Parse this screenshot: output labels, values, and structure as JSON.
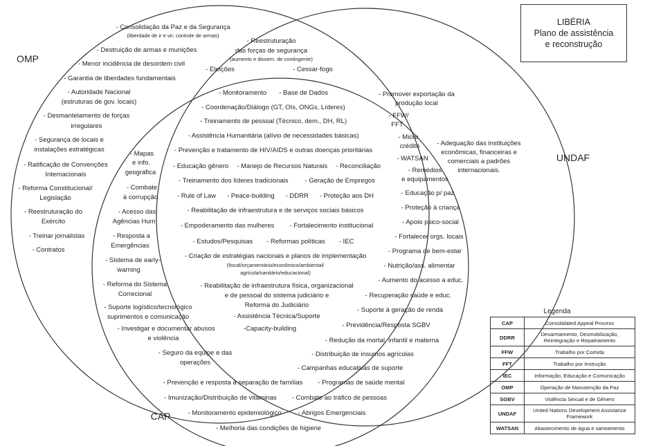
{
  "title_box": {
    "line1": "LIBÉRIA",
    "line2": "Plano de assistência",
    "line3": "e reconstrução"
  },
  "set_labels": {
    "omp": "OMP",
    "undaf": "UNDAF",
    "cap": "CAP"
  },
  "omp_only": {
    "consolidacao": "- Consolidação da Paz e da Segurança",
    "consolidacao_note": "(liberdade de ir e vir; controle de armas)",
    "destruicao": "- Destruição de armas e munições",
    "menor": "- Menor incidência de desordem civil",
    "garantia": "- Garantia de liberdades fundamentais",
    "autoridade1": "- Autoridade Nacional",
    "autoridade2": "(estruturas de gov. locais)",
    "desmant1": "- Desmantelamento de forças",
    "desmant2": "irregulares",
    "seguranca1": "- Segurança de locais e",
    "seguranca2": "instalações estratégicas",
    "ratif1": "- Ratificação de Convenções",
    "ratif2": "Internacionais",
    "reforma1": "- Reforma Constitucional/",
    "reforma2": "Legislação",
    "reestr1": "- Reestruturação do",
    "reestr2": "Exército",
    "treinar": "- Treinar jornalistas",
    "contratos": "- Contratos"
  },
  "omp_undaf": {
    "reestr1": "- Reestruturação",
    "reestr2": "das forças de segurança",
    "reestr3": "(aumento e dissem. de contingente)",
    "eleicoes": "- Eleições",
    "cessar": "- Cessar-fogo"
  },
  "all_three": {
    "r1": [
      "- Monitoramento",
      "- Base de Dados"
    ],
    "r2": "- Coordenação/Diálogo (GT, OIs, ONGs, Líderes)",
    "r3": "- Treinamento de pessoal (Técnico, dem., DH, RL)",
    "r4": "- Assistência Humanitária (alívio de necessidades básicas)",
    "r5": "- Prevenção e tratamento de HIV/AIDS e outras doenças prioritárias",
    "r6": [
      "- Educação gênero",
      "- Manejo de Recursos Naturais",
      "- Reconciliação"
    ],
    "r7": [
      "- Treinamento dos líderes tradicionais",
      "- Geração de Empregos"
    ],
    "r8": [
      "- Rule of Law",
      "- Peace-building",
      "- DDRR",
      "- Proteção aos DH"
    ],
    "r9": "- Reabilitação de infraestrutura e de serviços sociais básicos",
    "r10": [
      "- Empoderamento das mulheres",
      "- Fortalecimento institucional"
    ],
    "r11": [
      "- Estudos/Pesquisas",
      "- Reformas políticas",
      "- IEC"
    ],
    "r12a": "- Criação de estratégias nacionais e planos de implementação",
    "r12b": "(fiscal/orçamentário/econômico/ambiental/",
    "r12c": "agrícola/sanitário/educacional)",
    "r13a": "- Reabilitação de infraestrutura física, organizacional",
    "r13b": "e de pessoal do sistema judiciário e",
    "r13c": "Reforma do Judiciário",
    "r14": "- Assistência Técnica/Suporte",
    "r15": "-Capacity-building"
  },
  "omp_cap": {
    "mapas1": "- Mapas",
    "mapas2": "e info.",
    "mapas3": "geográfica",
    "combate1": "- Combate",
    "combate2": "à corrupção",
    "acesso1": "- Acesso das",
    "acesso2": "Agências Hum.",
    "resposta1": "- Resposta a",
    "resposta2": "Emergências",
    "early1": "- Sistema de early-",
    "early2": "warning",
    "correc1": "- Reforma do Sistema",
    "correc2": "Correcional",
    "suporte1": "- Suporte logístico/tecnológico",
    "suporte2": "suprimentos e comunicação",
    "investigar1": "- Investigar e documentar abusos",
    "investigar2": "e violência",
    "seguro1": "- Seguro da equipe e das",
    "seguro2": "operações"
  },
  "undaf_cap": {
    "ffw1": "- FFW/",
    "ffw2": "FFT",
    "micro1": "- Micro",
    "micro2": "crédito",
    "watsan": "- WATSAN",
    "remedios1": "- Remédios",
    "remedios2": "e equipamentos",
    "educ_paz": "- Educação p/ paz",
    "protecao": "- Proteção à criança",
    "apoio": "- Apoio psico-social",
    "fortalecer": "- Fortalecer orgs. locais",
    "programa": "- Programa de bem-estar",
    "nutricao": "- Nutrição/ass. alimentar",
    "aumento": "- Aumento do acesso a educ.",
    "recuperacao": "- Recuperação saúde e educ.",
    "renda": "- Suporte à geração de renda",
    "previdencia": "- Previdência/Resposta SGBV",
    "reducao": "- Redução da mortal. infantil e materna",
    "distribuicao": "- Distribuição de insumos agrícolas",
    "campanhas": "- Campanhas educativas de suporte"
  },
  "undaf_only": {
    "promover1": "- Promover exportação da",
    "promover2": "produção local",
    "adequacao1": "- Adequação das instituições",
    "adequacao2": "econômicas, financeiras e",
    "adequacao3": "comerciais a padrões",
    "adequacao4": "internacionais."
  },
  "cap_only": {
    "r1": [
      "- Prevenção e resposta à separação de famílias",
      "- Programas de saúde mental"
    ],
    "r2": [
      "- Imunização/Distribuição de vitaminas",
      "- Combate ao tráfico de pessoas"
    ],
    "r3": [
      "- Monitoramento epidemiológico",
      "- Abrigos Emergenciais"
    ],
    "r4": "- Melhoria das condições de higiene"
  },
  "legend": {
    "title": "Legenda",
    "rows": [
      {
        "k": "CAP",
        "v": "Consolidated Appeal Process"
      },
      {
        "k": "DDRR",
        "v": "Desarmamento, Desmobilização, Reintegração e Repatriamento"
      },
      {
        "k": "FFW",
        "v": "Trabalho por Comida"
      },
      {
        "k": "FFT",
        "v": "Trabalho por Instrução"
      },
      {
        "k": "IEC",
        "v": "Informação, Educação e Comunicação"
      },
      {
        "k": "OMP",
        "v": "Operação de Manutenção da Paz"
      },
      {
        "k": "SGBV",
        "v": "Violência Sexual e de Gênero"
      },
      {
        "k": "UNDAF",
        "v": "United Nations Development Assistance Framework"
      },
      {
        "k": "WATSAN",
        "v": "Abastecimento de água e saneamento"
      }
    ]
  }
}
